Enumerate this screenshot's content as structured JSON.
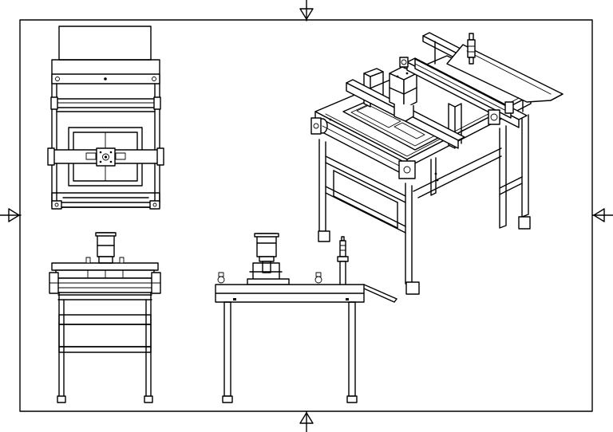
{
  "drawing": {
    "views": [
      "top-view",
      "front-view",
      "side-view",
      "isometric-view"
    ],
    "centering_marks": [
      "top",
      "bottom",
      "left",
      "right"
    ],
    "colors": {
      "line": "#000000",
      "paper": "#ffffff"
    }
  }
}
